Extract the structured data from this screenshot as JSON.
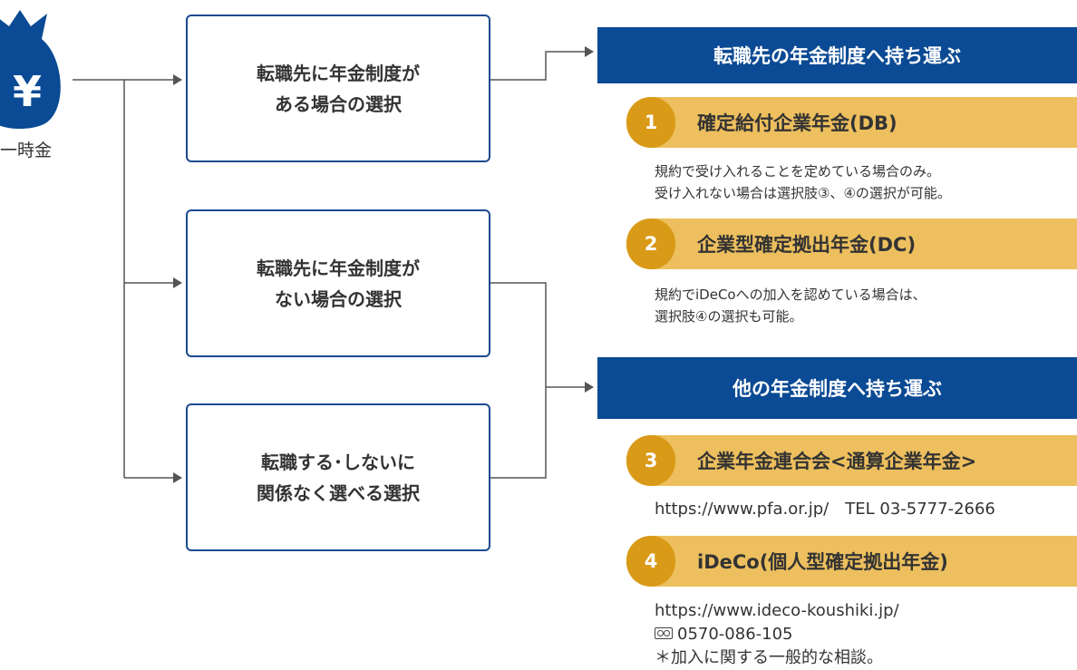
{
  "source": {
    "label": "一時金",
    "icon": "money-bag-yen-icon",
    "symbol": "¥"
  },
  "choices": [
    {
      "text": "転職先に年金制度が\nある場合の選択"
    },
    {
      "text": "転職先に年金制度が\nない場合の選択"
    },
    {
      "text": "転職する･しないに\n関係なく選べる選択"
    }
  ],
  "destinations": [
    {
      "title": "転職先の年金制度へ持ち運ぶ"
    },
    {
      "title": "他の年金制度へ持ち運ぶ"
    }
  ],
  "options": [
    {
      "num": "1",
      "title": "確定給付企業年金(DB)",
      "notes": [
        "規約で受け入れることを定めている場合のみ。",
        "受け入れない場合は選択肢③、④の選択が可能。"
      ]
    },
    {
      "num": "2",
      "title": "企業型確定拠出年金(DC)",
      "notes": [
        "規約でiDeCoへの加入を認めている場合は、",
        "選択肢④の選択も可能。"
      ]
    },
    {
      "num": "3",
      "title": "企業年金連合会<通算企業年金>",
      "notes": [
        "https://www.pfa.or.jp/　TEL 03-5777-2666"
      ]
    },
    {
      "num": "4",
      "title": "iDeCo(個人型確定拠出年金)",
      "notes": [
        "https://www.ideco-koushiki.jp/",
        "0570-086-105",
        "＊加入に関する一般的な相談。"
      ]
    }
  ],
  "colors": {
    "navy": "#0b4a94",
    "box_border": "#1a4a8f",
    "pill": "#edbf5e",
    "pill_number": "#d99a17",
    "line": "#555555"
  },
  "icons": {
    "phone": "free-dial-icon",
    "arrow": "arrow-right-icon"
  }
}
